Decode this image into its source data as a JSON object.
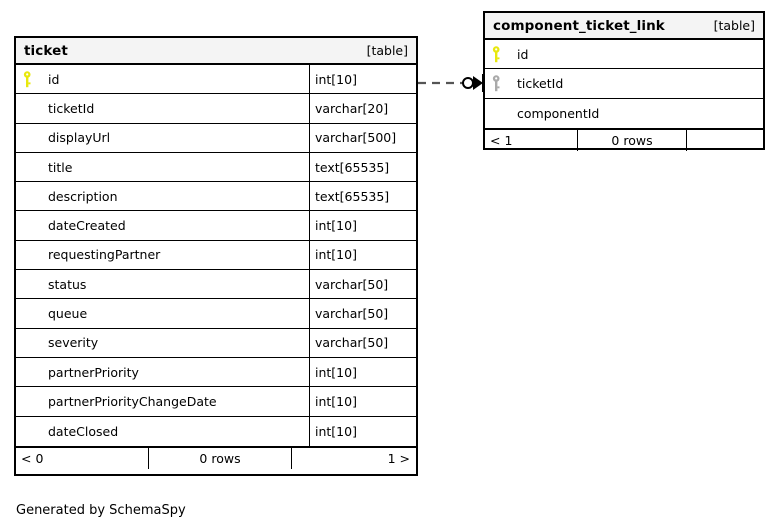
{
  "diagram": {
    "caption": "Generated by SchemaSpy",
    "table_tag": "[table]",
    "colors": {
      "primary_key": "#e8e80d",
      "foreign_key": "#aaaaaa",
      "border": "#000000",
      "header_background": "#f4f4f4",
      "background": "#ffffff"
    }
  },
  "tables": [
    {
      "name": "ticket",
      "tag": "[table]",
      "columns": [
        {
          "key": "primary",
          "key_icon": "key-icon",
          "name": "id",
          "type": "int[10]"
        },
        {
          "key": "none",
          "key_icon": "",
          "name": "ticketId",
          "type": "varchar[20]"
        },
        {
          "key": "none",
          "key_icon": "",
          "name": "displayUrl",
          "type": "varchar[500]"
        },
        {
          "key": "none",
          "key_icon": "",
          "name": "title",
          "type": "text[65535]"
        },
        {
          "key": "none",
          "key_icon": "",
          "name": "description",
          "type": "text[65535]"
        },
        {
          "key": "none",
          "key_icon": "",
          "name": "dateCreated",
          "type": "int[10]"
        },
        {
          "key": "none",
          "key_icon": "",
          "name": "requestingPartner",
          "type": "int[10]"
        },
        {
          "key": "none",
          "key_icon": "",
          "name": "status",
          "type": "varchar[50]"
        },
        {
          "key": "none",
          "key_icon": "",
          "name": "queue",
          "type": "varchar[50]"
        },
        {
          "key": "none",
          "key_icon": "",
          "name": "severity",
          "type": "varchar[50]"
        },
        {
          "key": "none",
          "key_icon": "",
          "name": "partnerPriority",
          "type": "int[10]"
        },
        {
          "key": "none",
          "key_icon": "",
          "name": "partnerPriorityChangeDate",
          "type": "int[10]"
        },
        {
          "key": "none",
          "key_icon": "",
          "name": "dateClosed",
          "type": "int[10]"
        }
      ],
      "footer": {
        "left": "< 0",
        "center": "0 rows",
        "right": "1 >"
      }
    },
    {
      "name": "component_ticket_link",
      "tag": "[table]",
      "columns": [
        {
          "key": "primary",
          "key_icon": "key-icon",
          "name": "id",
          "type": ""
        },
        {
          "key": "foreign",
          "key_icon": "key-icon",
          "name": "ticketId",
          "type": ""
        },
        {
          "key": "none",
          "key_icon": "",
          "name": "componentId",
          "type": ""
        }
      ],
      "footer": {
        "left": "< 1",
        "center": "0 rows",
        "right": ""
      }
    }
  ],
  "relationship": {
    "from_table": "ticket",
    "from_column": "id",
    "to_table": "component_ticket_link",
    "to_column": "ticketId",
    "line_style": "dashed",
    "source_cardinality": "zero-or-one",
    "target_cardinality": "many"
  }
}
